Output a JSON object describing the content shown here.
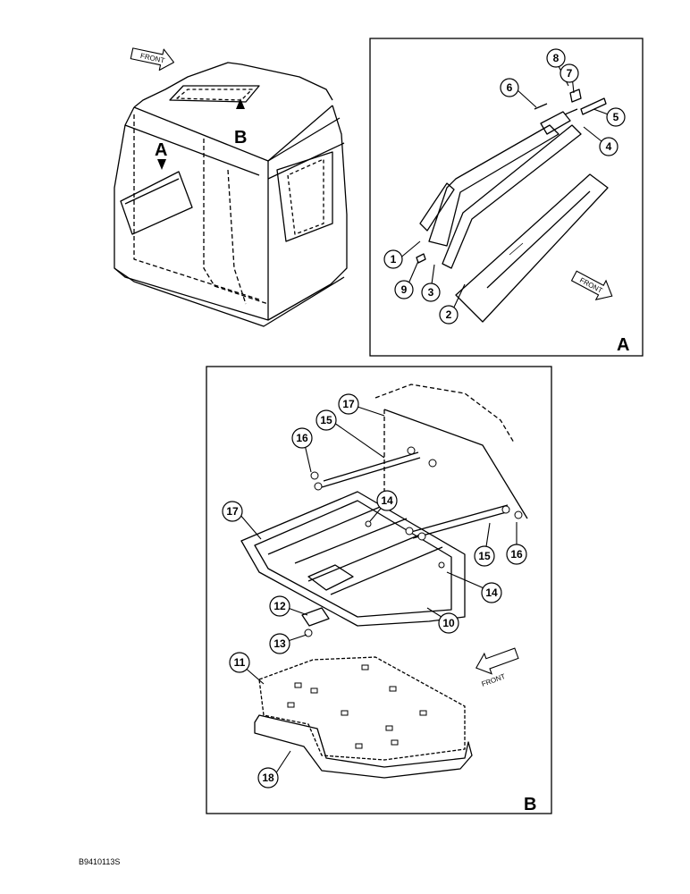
{
  "arrow_label": "FRONT",
  "overview": {
    "view_a_label": "A",
    "view_b_label": "B"
  },
  "detail_a": {
    "label": "A",
    "callouts": [
      "1",
      "2",
      "3",
      "4",
      "5",
      "6",
      "7",
      "8",
      "9"
    ]
  },
  "detail_b": {
    "label": "B",
    "callouts": [
      "10",
      "11",
      "12",
      "13",
      "14",
      "14",
      "15",
      "15",
      "16",
      "16",
      "17",
      "17",
      "18"
    ]
  },
  "drawing_number": "B9410113S"
}
